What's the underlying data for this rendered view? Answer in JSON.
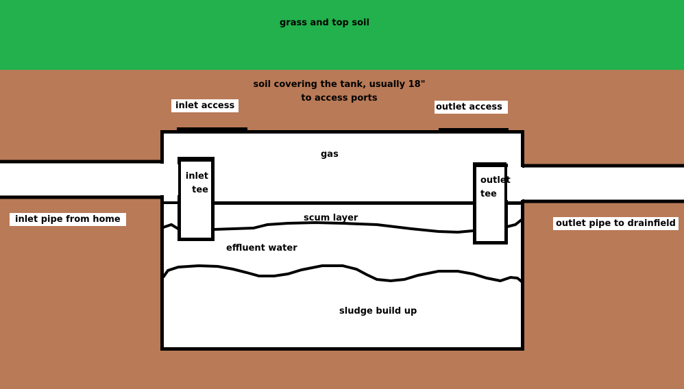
{
  "colors": {
    "grass": "#22b14c",
    "soil": "#b97a57",
    "tank_fill": "#ffffff",
    "outline": "#000000"
  },
  "labels": {
    "grass": "grass and top soil",
    "soil_line1": "soil covering the tank, usually 18\"",
    "soil_line2": "to access ports",
    "inlet_access": "inlet access",
    "outlet_access": "outlet access",
    "gas": "gas",
    "inlet_tee_line1": "inlet",
    "inlet_tee_line2": "tee",
    "outlet_tee_line1": "outlet",
    "outlet_tee_line2": "tee",
    "inlet_pipe": "inlet pipe from home",
    "outlet_pipe": "outlet pipe to drainfield",
    "scum": "scum layer",
    "effluent": "effluent water",
    "sludge": "sludge build up"
  }
}
